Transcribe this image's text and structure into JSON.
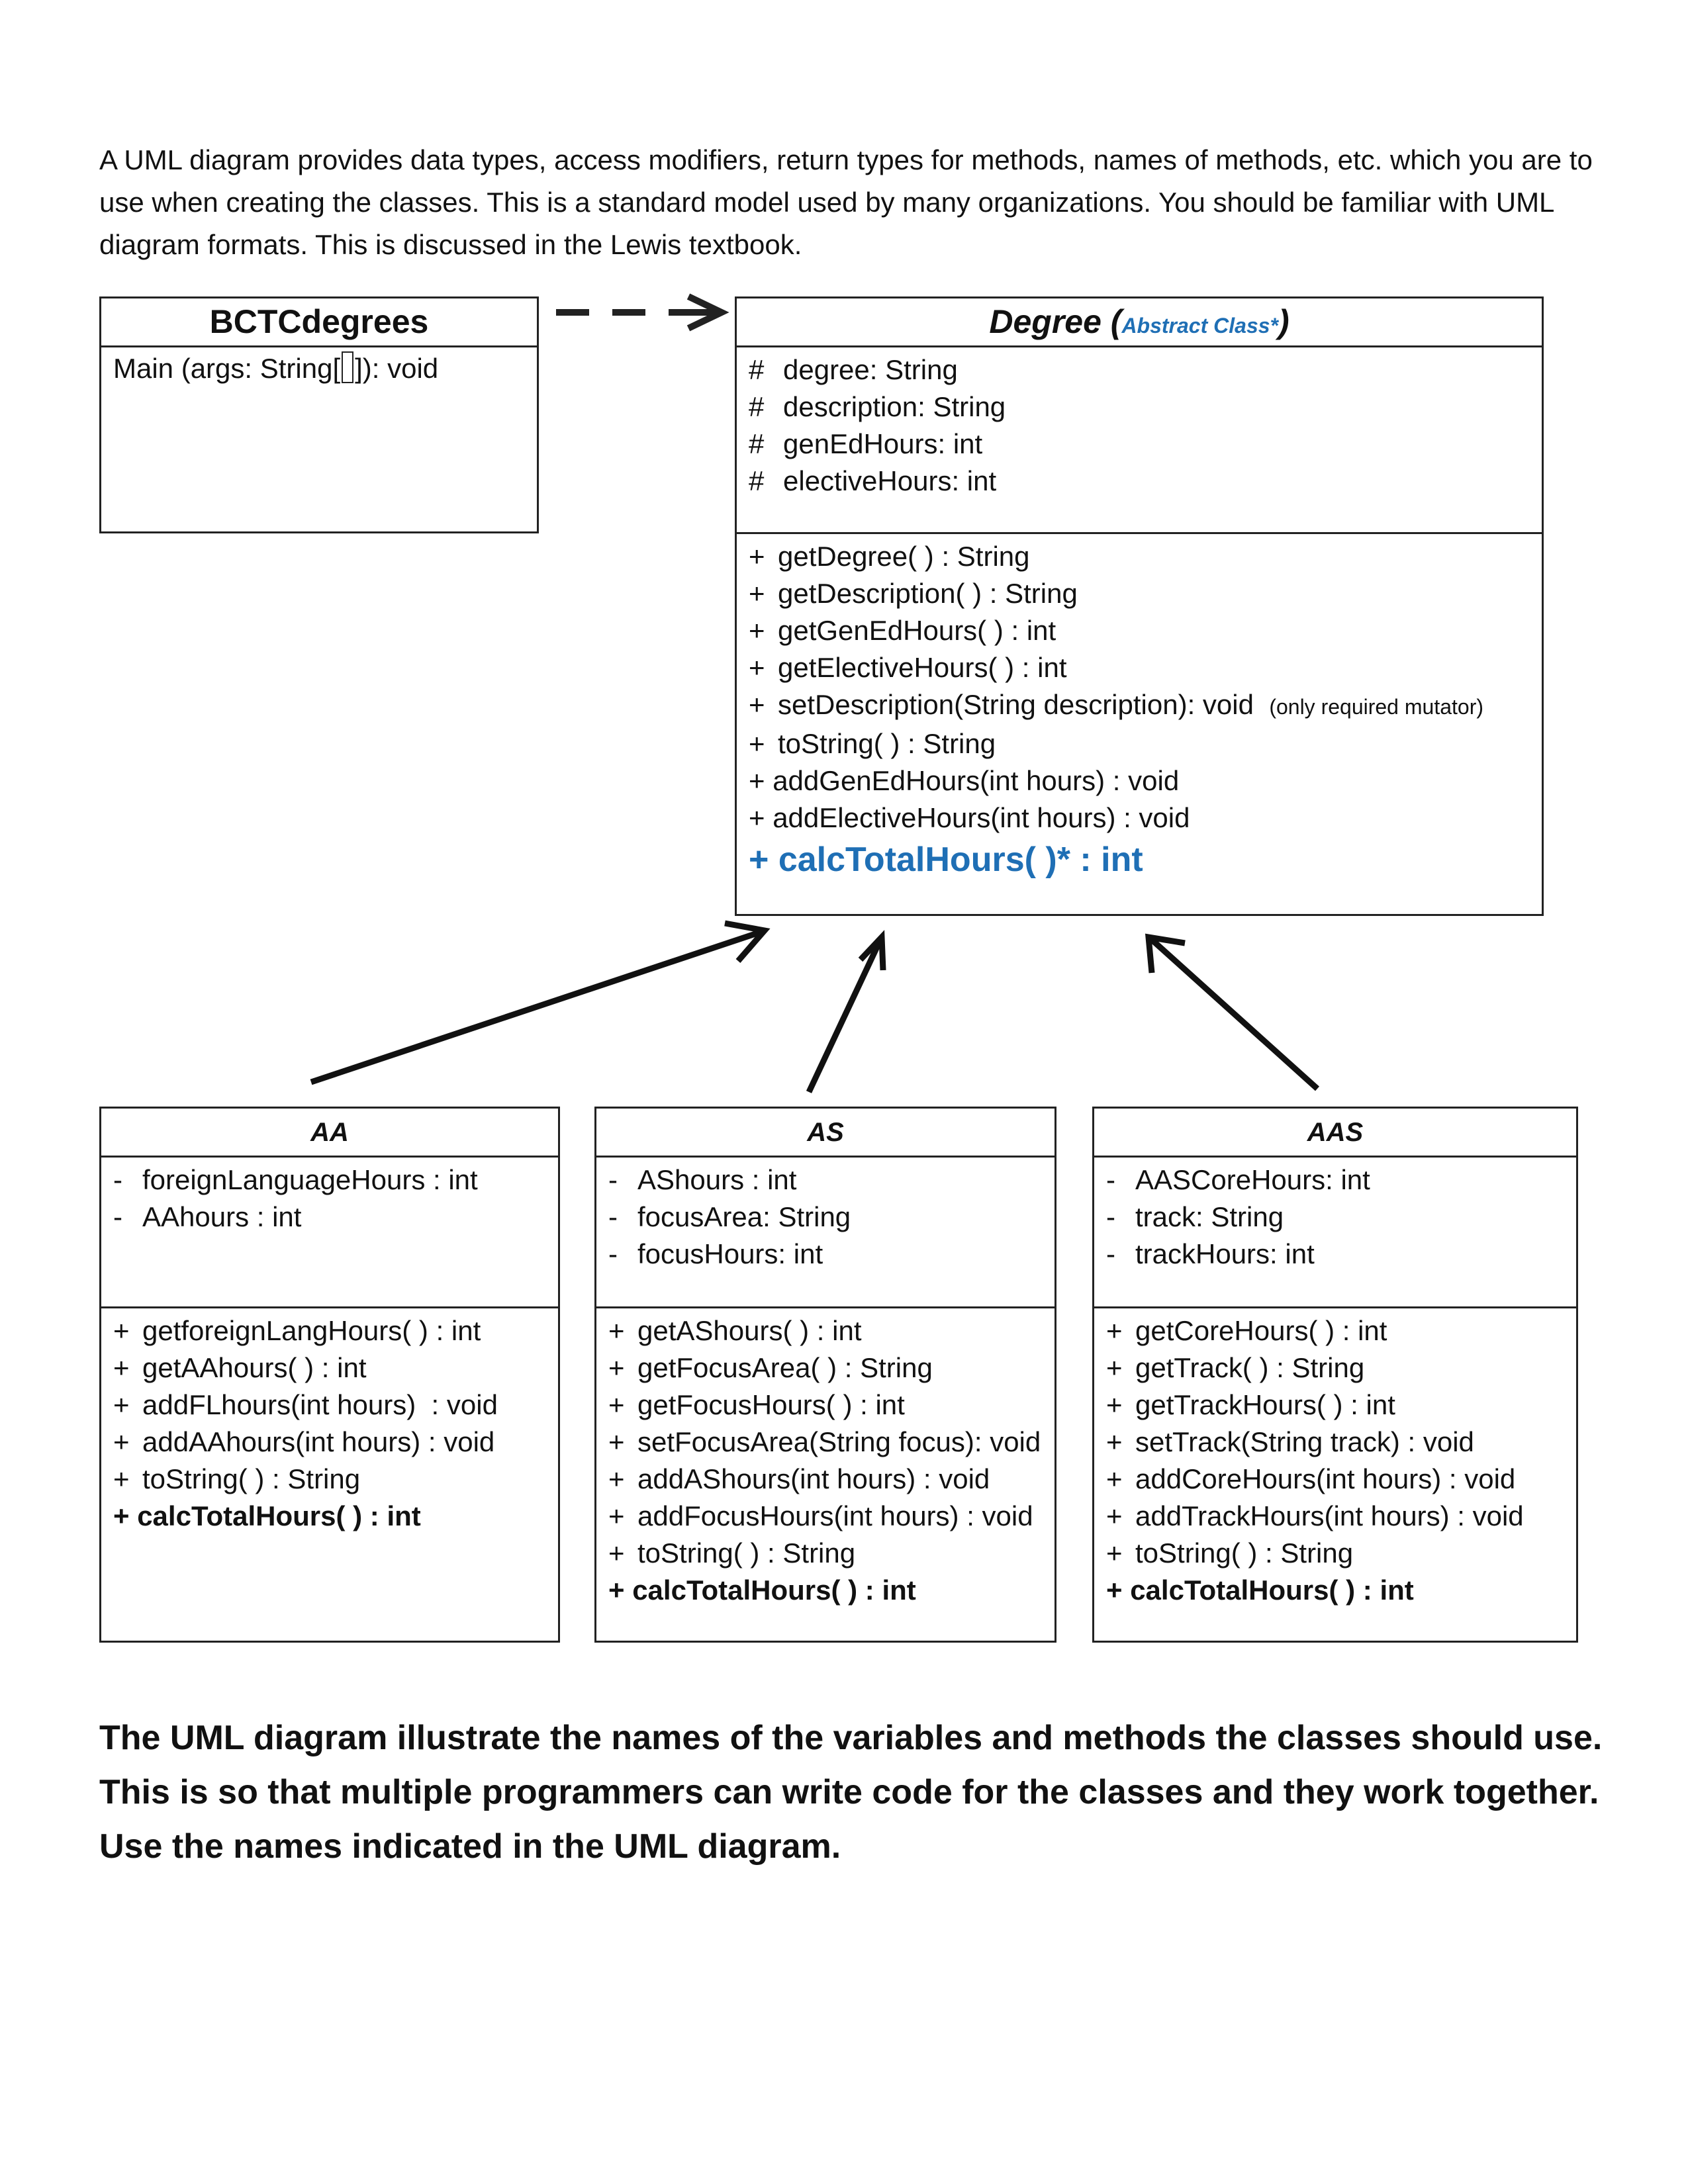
{
  "intro": {
    "line1": "A UML diagram provides data types, access modifiers, return types for methods, names of methods, etc. which you are to",
    "line2": "use when creating the classes.  This is a standard model used by many organizations.  You should be familiar with UML",
    "line3": "diagram formats.  This is discussed in the Lewis textbook."
  },
  "bctc": {
    "name": "BCTCdegrees",
    "method_prefix": "Main (args: String[",
    "method_suffix": "]): void"
  },
  "degree": {
    "name": "Degree (",
    "tag": "Abstract Class*",
    "close": ")",
    "fields": [
      {
        "sym": "#",
        "text": "degree: String"
      },
      {
        "sym": "#",
        "text": "description: String"
      },
      {
        "sym": "#",
        "text": "genEdHours: int"
      },
      {
        "sym": "#",
        "text": "electiveHours: int"
      }
    ],
    "methods": [
      {
        "sym": "+",
        "text": "getDegree( ) : String"
      },
      {
        "sym": "+",
        "text": "getDescription( ) : String"
      },
      {
        "sym": "+",
        "text": "getGenEdHours( ) : int"
      },
      {
        "sym": "+",
        "text": "getElectiveHours( ) : int"
      },
      {
        "sym": "+",
        "text": "setDescription(String description): void"
      },
      {
        "sym": "+",
        "text": "toString( ) : String"
      }
    ],
    "mutator_note": "(only required mutator)",
    "extra_methods": [
      "+ addGenEdHours(int hours) : void",
      "+ addElectiveHours(int hours) : void"
    ],
    "calc": "+ calcTotalHours( )* : int"
  },
  "aa": {
    "name": "AA",
    "fields": [
      {
        "sym": "-",
        "text": "foreignLanguageHours : int"
      },
      {
        "sym": "-",
        "text": "AAhours : int"
      }
    ],
    "methods": [
      {
        "sym": "+",
        "text": "getforeignLangHours( ) : int"
      },
      {
        "sym": "+",
        "text": "getAAhours( ) : int"
      },
      {
        "sym": "+",
        "text": "addFLhours(int hours)  : void"
      },
      {
        "sym": "+",
        "text": "addAAhours(int hours) : void"
      },
      {
        "sym": "+",
        "text": "toString( ) : String"
      }
    ],
    "calc": "+ calcTotalHours( ) : int"
  },
  "as": {
    "name": "AS",
    "fields": [
      {
        "sym": "-",
        "text": "AShours : int"
      },
      {
        "sym": "-",
        "text": "focusArea: String"
      },
      {
        "sym": "-",
        "text": "focusHours: int"
      }
    ],
    "methods": [
      {
        "sym": "+",
        "text": "getAShours( ) : int"
      },
      {
        "sym": "+",
        "text": "getFocusArea( ) : String"
      },
      {
        "sym": "+",
        "text": "getFocusHours( ) : int"
      },
      {
        "sym": "+",
        "text": "setFocusArea(String focus): void"
      },
      {
        "sym": "+",
        "text": "addAShours(int hours) : void"
      },
      {
        "sym": "+",
        "text": "addFocusHours(int hours) : void"
      },
      {
        "sym": "+",
        "text": "toString( ) : String"
      }
    ],
    "calc": "+ calcTotalHours( ) : int"
  },
  "aas": {
    "name": "AAS",
    "fields": [
      {
        "sym": "-",
        "text": "AASCoreHours: int"
      },
      {
        "sym": "-",
        "text": "track: String"
      },
      {
        "sym": "-",
        "text": "trackHours: int"
      }
    ],
    "methods": [
      {
        "sym": "+",
        "text": "getCoreHours( ) : int"
      },
      {
        "sym": "+",
        "text": "getTrack( ) : String"
      },
      {
        "sym": "+",
        "text": "getTrackHours( ) : int"
      },
      {
        "sym": "+",
        "text": "setTrack(String track) : void"
      },
      {
        "sym": "+",
        "text": "addCoreHours(int hours) : void"
      },
      {
        "sym": "+",
        "text": "addTrackHours(int hours) : void"
      },
      {
        "sym": "+",
        "text": "toString( ) : String"
      }
    ],
    "calc": "+ calcTotalHours( ) : int"
  },
  "closing": {
    "line1": "The UML diagram illustrate the names of the variables and methods the classes should use.",
    "line2": "This is so that multiple programmers can write code for the classes and they work together.",
    "line3": "Use the names indicated in the UML diagram."
  },
  "colors": {
    "accent": "#1f6fb5",
    "line": "#222222"
  }
}
